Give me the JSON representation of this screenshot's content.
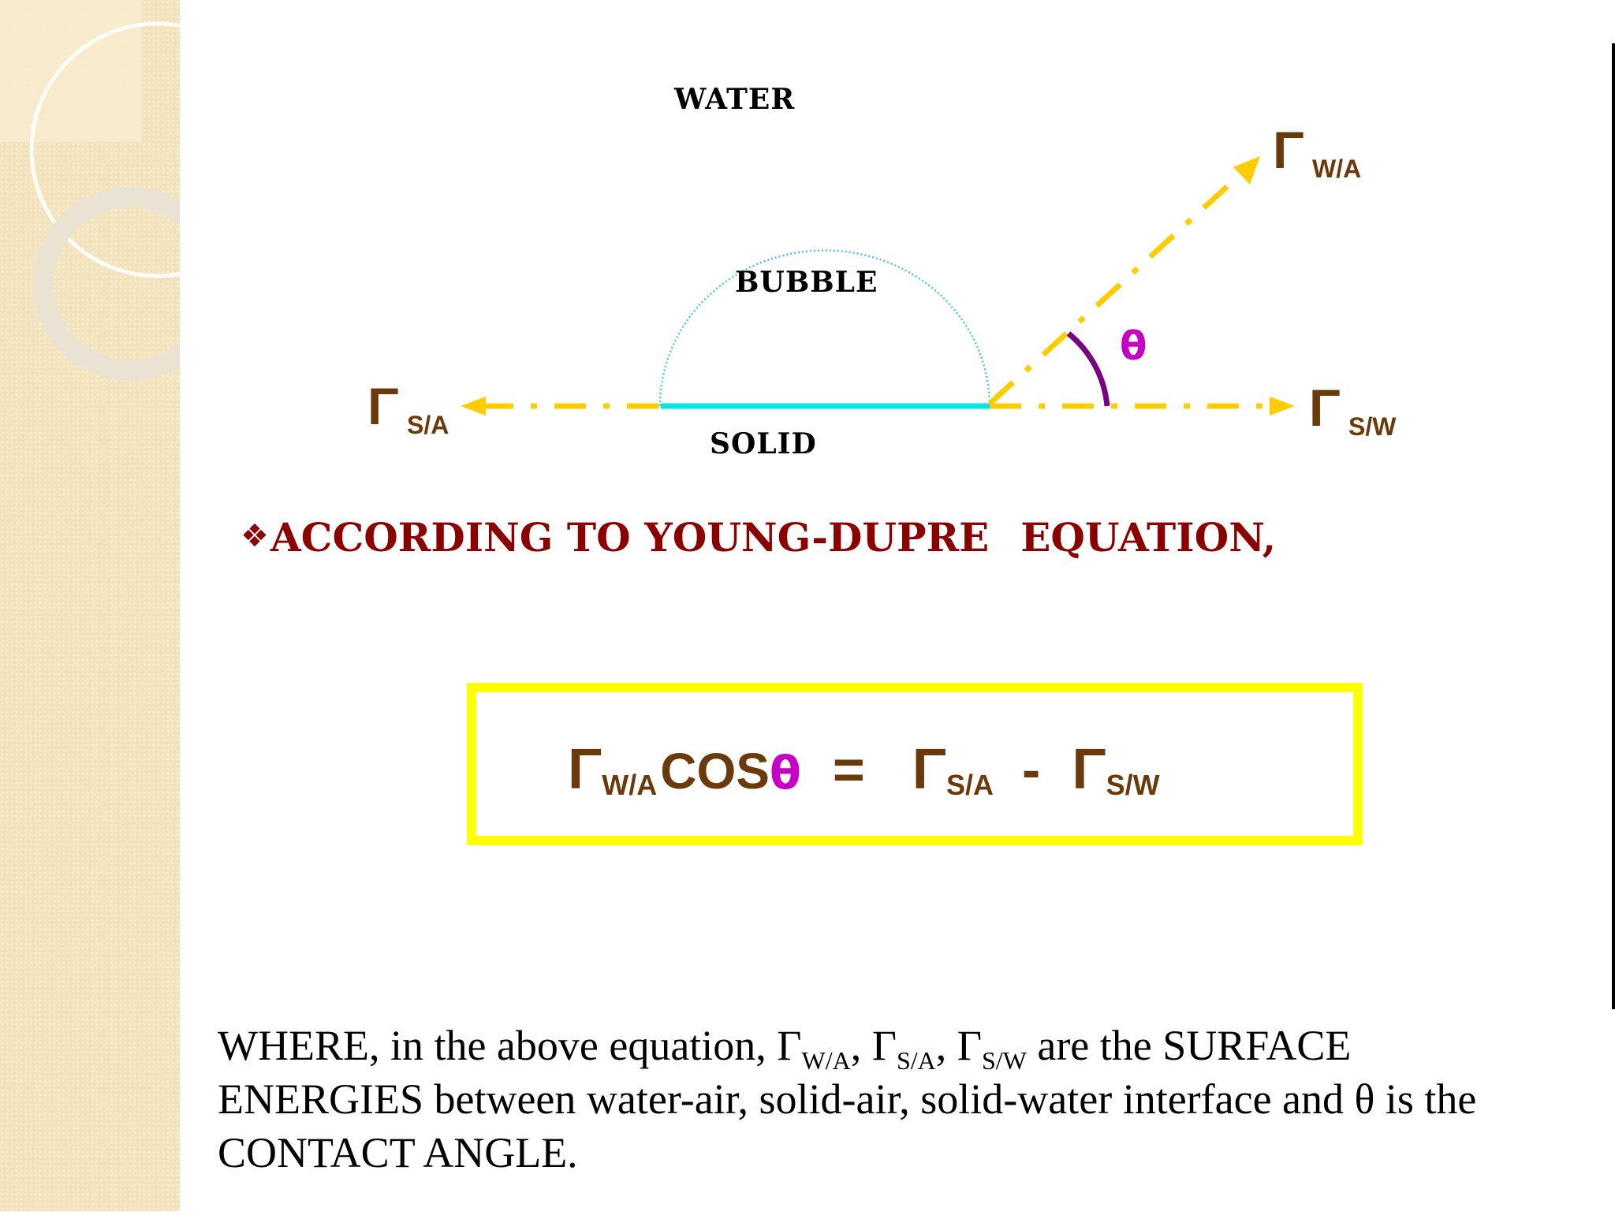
{
  "diagram": {
    "water_label": "WATER",
    "bubble_label": "BUBBLE",
    "solid_label": "SOLID",
    "theta_label": "θ",
    "gamma_symbol": "Γ",
    "sub_wa": "W/A",
    "sub_sa": "S/A",
    "sub_sw": "S/W"
  },
  "heading": {
    "bullet": "❖",
    "part1": "ACCORDING TO YOUNG-DUPRE",
    "part2": "EQUATION,"
  },
  "equation": {
    "gamma": "Γ",
    "sub_wa": "W/A",
    "cos": "COS",
    "theta": "θ",
    "equals": "=",
    "sub_sa": "S/A",
    "minus": "-",
    "sub_sw": "S/W"
  },
  "where": {
    "t1": "WHERE, in the above equation, Γ",
    "s1": "W/A",
    "t2": ", Γ",
    "s2": "S/A",
    "t3": ", Γ",
    "s3": "S/W",
    "t4": "  are the SURFACE ENERGIES between water-air, solid-air, solid-water interface and θ is the CONTACT ANGLE."
  },
  "colors": {
    "arrow": "#ffcc00",
    "surface": "#00e5e5",
    "bubble_outline": "#40c8e0",
    "gamma": "#6b3a0a",
    "heading": "#8b0000",
    "theta": "#c400c4",
    "angle_arc": "#7a0080",
    "box_border": "#ffff00",
    "sidebar": "#f3e3bd"
  }
}
